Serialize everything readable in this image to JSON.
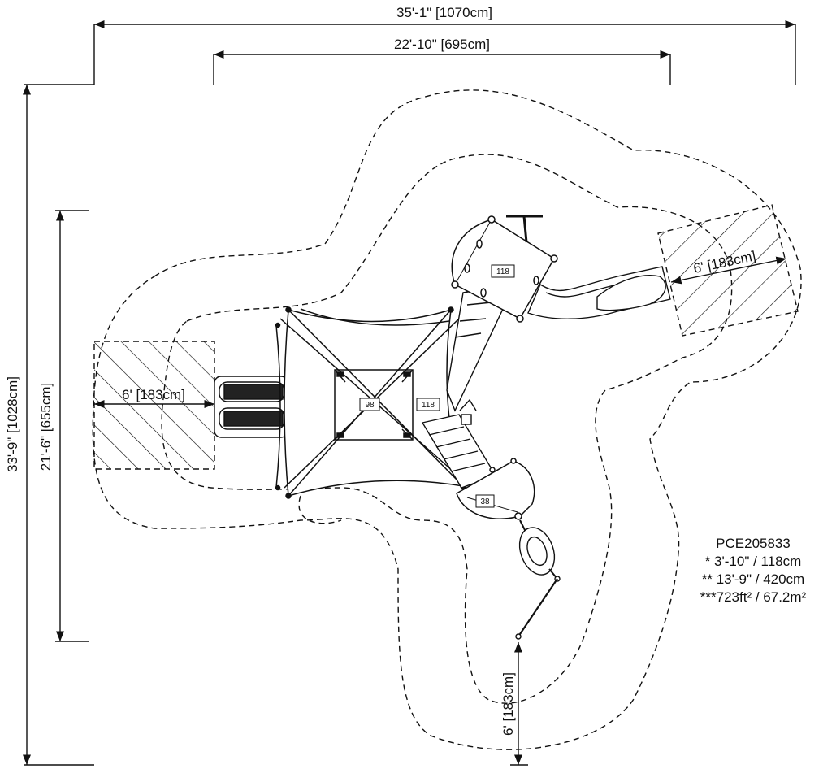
{
  "dimensions": {
    "overall_width": "35'-1\" [1070cm]",
    "structure_width": "22'-10\" [695cm]",
    "overall_depth": "33'-9\" [1028cm]",
    "structure_depth": "21'-6\" [655cm]",
    "left_zone": "6' [183cm]",
    "right_zone": "6' [183cm]",
    "bottom_zone": "6' [183cm]"
  },
  "deck_heights": {
    "center_deck": "98",
    "center_roof": "118",
    "upper_deck": "118",
    "lower_deck": "38"
  },
  "specs": {
    "model": "PCE205833",
    "fall_height": "* 3'-10\" / 118cm",
    "max_height": "** 13'-9\" / 420cm",
    "area": "***723ft² / 67.2m²"
  }
}
